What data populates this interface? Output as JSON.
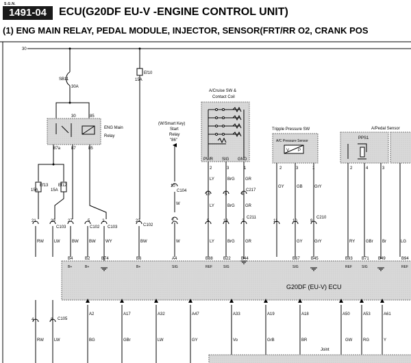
{
  "header": {
    "badge_small": "S.G.N.",
    "code": "1491-04",
    "title": "ECU(G20DF EU-V  -ENGINE CONTROL UNIT)",
    "subtitle": "(1) ENG MAIN RELAY, PEDAL MODULE, INJECTOR, SENSOR(FRT/RR O2, CRANK POS"
  },
  "diagram": {
    "bus_label": "30",
    "fuse_sb": {
      "name": "SB11",
      "rating": "30A"
    },
    "fuse_ef10": {
      "name": "Ef10",
      "rating": "15A"
    },
    "fuse_ef13": {
      "name": "Ef13",
      "rating": "15A"
    },
    "fuse_ef12": {
      "name": "Ef12",
      "rating": "15A"
    },
    "main_relay": {
      "label1": "ENG Main",
      "label2": "Relay",
      "pin30": "30",
      "pin85": "85",
      "pin87a": "87a",
      "pin87": "87",
      "pin85b": "85"
    },
    "start_relay": {
      "line1": "(W/Smart Key)",
      "line2": "Start",
      "line3": "Relay",
      "line4": "\"86\""
    },
    "cruise_sw": {
      "line1": "A/Cruise SW &",
      "line2": "Contact Coil",
      "pins": [
        "PWR",
        "SIG",
        "GND"
      ],
      "pin_nums": [
        "2",
        "3",
        "1"
      ]
    },
    "triple_sw": {
      "label": "Tripple Pressure SW",
      "inner": "A/C Pressure Sensor",
      "v": "V",
      "p": "P",
      "pin_nums": [
        "2",
        "3",
        "1"
      ]
    },
    "pedal_sensor": {
      "label": "A/Pedal Sensor",
      "pps": "PPS1",
      "pin_nums": [
        "2",
        "4",
        "3"
      ]
    },
    "wire_colors_top": [
      "RW",
      "LW",
      "BW",
      "BW",
      "WY",
      "BW",
      "W",
      "LY",
      "BrG",
      "GR",
      "GY",
      "GB",
      "GrY",
      "RY",
      "GBr",
      "Br",
      "LG"
    ],
    "wire_colors_cruise_mid": [
      "LY",
      "BrG",
      "GR"
    ],
    "wire_colors_cruise_upper": [
      "LY",
      "BrG",
      "GR"
    ],
    "wire_colors_triple": [
      "GY",
      "GB",
      "GrY"
    ],
    "wire_colors_start": [
      "W",
      "W"
    ],
    "connectors": [
      "C103",
      "C102",
      "C103",
      "C102",
      "C104",
      "C217",
      "C211",
      "C210",
      "C105"
    ],
    "conn_pins_row1": [
      "21",
      "29",
      "27",
      "5",
      "2",
      "23",
      "2",
      "11",
      "10",
      "9"
    ],
    "conn_pins_start": [
      "10",
      "2"
    ],
    "conn_pins_cruise": [
      "18",
      "5",
      "4",
      "5",
      "13",
      "2"
    ],
    "ecu": {
      "label": "G20DF (EU-V) ECU",
      "top_pins": [
        "B4",
        "B2",
        "B74",
        "B6",
        "A4",
        "B88",
        "B22",
        "B44",
        "B67",
        "B45",
        "B93",
        "B71",
        "B49",
        "B94"
      ],
      "top_roles": [
        "B+",
        "B+",
        "",
        "B+",
        "SIG",
        "REF",
        "SIG",
        "",
        "SIG",
        "",
        "REF",
        "SIG",
        "",
        "REF"
      ],
      "bottom_pins": [
        "A2",
        "A17",
        "A32",
        "A47",
        "A33",
        "A19",
        "A18",
        "A50",
        "A53",
        "A61"
      ]
    },
    "bottom_wires": [
      "RW",
      "LW",
      "BG",
      "GBr",
      "LW",
      "GY",
      "Vo",
      "GrB",
      "BR",
      "GW",
      "RG",
      "Y"
    ],
    "c105_pins": [
      "4",
      "8"
    ],
    "joint_label": "Joint"
  }
}
